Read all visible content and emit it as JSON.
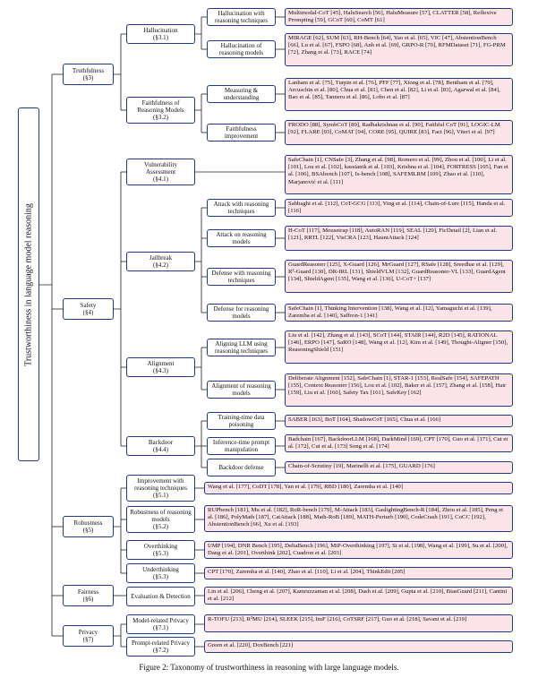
{
  "root_label": "Trustworthiness in language model reasoning",
  "caption": "Figure 2: Taxonomy of trustworthiness in reasoning with large language models.",
  "categories": [
    {
      "label": "Truthfulness",
      "section": "(§3)"
    },
    {
      "label": "Safety",
      "section": "(§4)"
    },
    {
      "label": "Robustness",
      "section": "(§5)"
    },
    {
      "label": "Fairness",
      "section": "(§6)"
    },
    {
      "label": "Privacy",
      "section": "(§7)"
    }
  ],
  "subcategories": [
    {
      "label": "Hallucination",
      "section": "(§3.1)"
    },
    {
      "label": "Faithfulness of Reasoning Models",
      "section": "(§3.2)"
    },
    {
      "label": "Vulnerability Assessment",
      "section": "(§4.1)"
    },
    {
      "label": "Jailbreak",
      "section": "(§4.2)"
    },
    {
      "label": "Alignment",
      "section": "(§4.3)"
    },
    {
      "label": "Backdoor",
      "section": "(§4.4)"
    },
    {
      "label": "Improvement with reasoning techniques",
      "section": "(§5.1)"
    },
    {
      "label": "Robustness of reasoning models",
      "section": "(§5.2)"
    },
    {
      "label": "Overthinking",
      "section": "(§5.3)"
    },
    {
      "label": "Underthinking",
      "section": "(§5.3)"
    },
    {
      "label": "Evaluation & Detection",
      "section": ""
    },
    {
      "label": "Model-related Privacy",
      "section": "(§7.1)"
    },
    {
      "label": "Prompt-related Privacy",
      "section": "(§7.2)"
    }
  ],
  "groups": [
    {
      "label": "Hallucination with reasoning techniques"
    },
    {
      "label": "Hallucination of reasoning models"
    },
    {
      "label": "Measuring & understanding"
    },
    {
      "label": "Faithfulness improvement"
    },
    {
      "label": "Attack with reasoning techniques"
    },
    {
      "label": "Attack on reasoning models"
    },
    {
      "label": "Defense with reasoning techniques"
    },
    {
      "label": "Defense for reasoning models"
    },
    {
      "label": "Aligning LLM using reasoning techniques"
    },
    {
      "label": "Alignment of reasoning models"
    },
    {
      "label": "Training-time data poisoning"
    },
    {
      "label": "Inference-time prompt manipulation"
    },
    {
      "label": "Backdoor defense"
    }
  ],
  "leaves": [
    {
      "text": "Multimodal-CoT [45], HaluSearch [56], HaluMeasure [57], CLATTER [58], Reflexive Prompting [59], GCoT [60], CoMT [61]"
    },
    {
      "text": "MIRAGE [62], SUM [63], RH-Bench [64], Yao et al. [65], VIC [47], AbstentionBench [66], Lu et al. [67], FSPO [68], Anh et al. [69], GRPO-R [70], RFMDataset [71], FG-PRM [72], Zhang et al. [73], RACE [74]"
    },
    {
      "text": "Lanham et al. [75], Turpin et al. [76], PFF [77], Xiong et al. [78], Bentham et al. [79], Arcuschin et al. [80], Chua et al. [81], Chen et al. [82], Li et al. [83], Agarwal et al. [84], Bao et al. [85], Tanneru et al. [86], Lobo et al. [87]"
    },
    {
      "text": "FRODO [88], SymbCoT [89], Radhakrishnan et al. [90], Faithful CoT [91], LOGIC-LM [92], FLARE [93], CoMAT [94], CORE [95], QUIRE [83], Fact [96], Viteri et al. [97]"
    },
    {
      "text": "SafeChain [1], CNSafe [3], Zhang et al. [98], Romero et al. [99], Zhou et al. [100], Li et al. [101], Lou et al. [102], kassianik et al. [103], Krishna et al. [104], FORTRESS [105], Fan et al. [106], BSAbench [107], Is-bench [108], SAFEMLRM [109], Zhao et al. [110], Marjanović et al. [111]"
    },
    {
      "text": "Sabbaghi et al. [112], CoT-GCG [113], Ying et al. [114], Chain-of-Lure [115], Handa et al. [116]"
    },
    {
      "text": "H-CoT [117], Mousetrap [118], AutoRAN [119], SEAL [120], FicDetail [2], Lian et al. [121], RRTL [122], VisCRA [123], HauntAttack [124]"
    },
    {
      "text": "GuardReasoner [125], X-Guard [126], MrGuard [127], RSafe [128], Sreedhar et al. [129], R²-Guard [130], DR-IRL [131], ShieldVLM [132], GuardReasoner-VL [133], GuardAgent [134], ShieldAgent [135], Wang et al. [136], U-CoT+ [137]"
    },
    {
      "text": "SafeChain [1], Thinking Intervention [138], Wang et al. [12], Yamaguchi et al. [139], Zaremba et al. [140], Saffron-1 [141]"
    },
    {
      "text": "Liu et al. [142], Zhang et al. [143], SCoT [144], STAIR [144], R2D [145], RATIONAL [146], ERPO [147], SaRO [148], Wang et al. [12], Kim et al. [149], Thought-Aligner [150], ReasoningShield [151]"
    },
    {
      "text": "Deliberate Alignment [152], SafeChain [1], STAR-1 [153], RealSafe [154], SAFEPATH [155], Context Reasoner [156], Lou et al. [102], Baker et al. [157], Zhang et al. [158], Hair [159], Liu et al. [160], Safety Tax [161], SafeKey [162]"
    },
    {
      "text": "SABER [163], BoT [164], ShadowCoT [165], Chua et al. [166]"
    },
    {
      "text": "Badchain [167], BackdoorLLM [168], DarkMind [169], CPT [170], Guo et al. [171], Cui et al. [172], Cui et al. [173] Song et al. [174]"
    },
    {
      "text": "Chain-of-Scrutiny [19], Marinelli et al. [175], GUARD [176]"
    },
    {
      "text": "Wang et al. [177], CoDT [178], Yan et al. [179], RBD [180], Zaremba et al. [140]"
    },
    {
      "text": "RUPbench [181], Mu et al. [182], RoR-bench [179], M-Attack [183], GaslightingBench-R [184], Zhou et al. [185], Peng et al. [186], PolyMath [187], CatAttack [188], Math-RoB [189], MATH-Perturb [190], CodeCrash [191], CoCC [192], AbstentionBench [66], Xu et al. [193]"
    },
    {
      "text": "UMP [194], DNR Bench [195], DeltaBench [196], MiP-Overthinking [197], Si et al. [198], Wang et al. [199], Su et al. [200], Dang et al. [201], Overthink [202], Cuadron et al. [203]"
    },
    {
      "text": "CPT [170], Zaremba et al. [140], Zhao et al. [110], Li et al. [204], ThinkEdit [205]"
    },
    {
      "text": "Lin et al. [206], Cheng et al. [207], Kamruzzaman et al. [208], Dash et al. [209], Gupta et al. [210], BiasGuard [211], Cantini et al. [212]"
    },
    {
      "text": "R-TOFU [213], R²MU [214], SLEEK [215], ImF [216], CoTSRF [217], Guo et al. [218], Savani et al. [219]"
    },
    {
      "text": "Green et al. [220], DoxBench [221]"
    }
  ]
}
